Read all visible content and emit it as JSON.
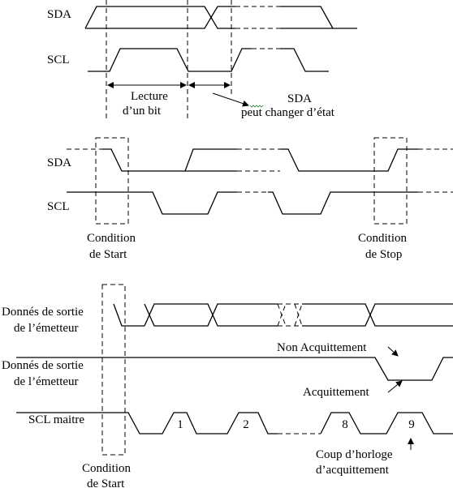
{
  "diagram1": {
    "sda_label": "SDA",
    "scl_label": "SCL",
    "lecture_line1": "Lecture",
    "lecture_line2": "d’un bit",
    "change_line1": "SDA",
    "change_line2": "peut changer d’état"
  },
  "diagram2": {
    "sda_label": "SDA",
    "scl_label": "SCL",
    "start_line1": "Condition",
    "start_line2": "de Start",
    "stop_line1": "Condition",
    "stop_line2": "de Stop"
  },
  "diagram3": {
    "emitter_line1": "Donnés de sortie",
    "emitter_line2": "de l’émetteur",
    "receiver_line1": "Donnés de sortie",
    "receiver_line2": "de l’émetteur",
    "non_ack": "Non Acquittement",
    "ack": "Acquittement",
    "scl_label": "SCL maitre",
    "clock_numbers": [
      "1",
      "2",
      "8",
      "9"
    ],
    "ack_clock_line1": "Coup d’horloge",
    "ack_clock_line2": "d’acquittement",
    "start_line1": "Condition",
    "start_line2": "de Start"
  }
}
